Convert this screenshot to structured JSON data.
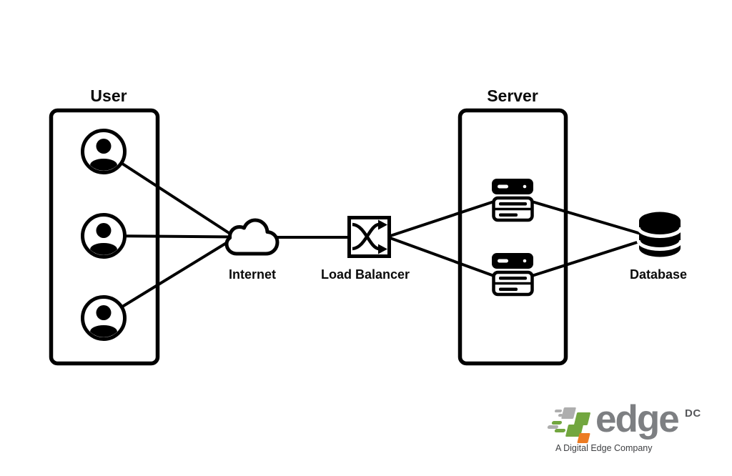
{
  "diagram": {
    "background": "#ffffff",
    "stroke_color": "#000000",
    "groups": {
      "user": {
        "title": "User",
        "icon": "user-avatar-icon",
        "count": 3
      },
      "server": {
        "title": "Server",
        "icon": "rack-server-icon",
        "count": 2
      }
    },
    "nodes": {
      "internet": {
        "label": "Internet",
        "icon": "cloud-icon"
      },
      "load_balancer": {
        "label": "Load Balancer",
        "icon": "crossover-arrows-icon"
      },
      "database": {
        "label": "Database",
        "icon": "database-cylinder-icon"
      }
    },
    "connections": [
      "user-1 -> internet",
      "user-2 -> internet",
      "user-3 -> internet",
      "internet -> load-balancer",
      "load-balancer -> server-1",
      "load-balancer -> server-2",
      "server-1 -> database",
      "server-2 -> database"
    ]
  },
  "logo": {
    "brand": "edge",
    "suffix": "DC",
    "tagline": "A Digital Edge Company",
    "colors": {
      "green": "#72a63f",
      "orange": "#ec7b23",
      "gray_block": "#aeaeae",
      "brand_text": "#7d7f82",
      "suffix_text": "#56575a",
      "tagline_text": "#3e3f42"
    }
  }
}
